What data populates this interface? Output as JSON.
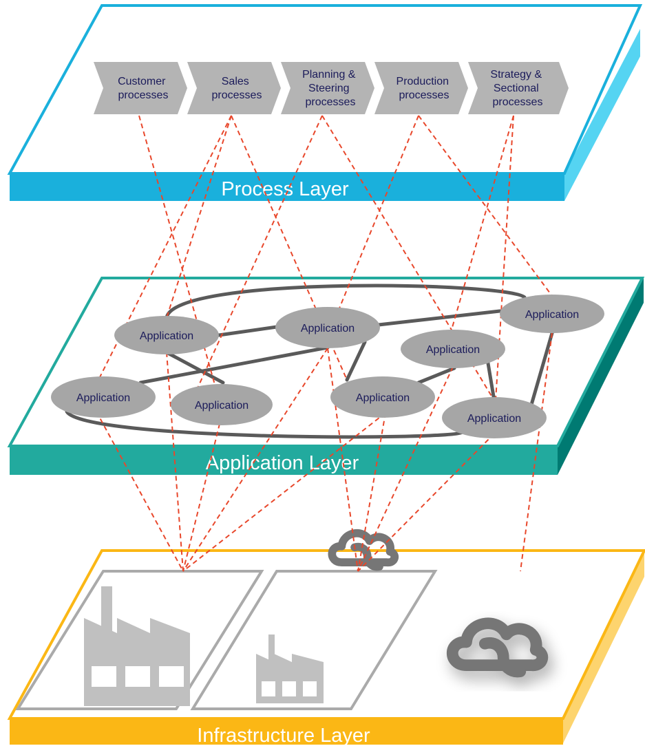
{
  "layers": {
    "process": {
      "label": "Process Layer",
      "color": "#1ab0dc",
      "side_color": "#55d4f2"
    },
    "application": {
      "label": "Application Layer",
      "color": "#22aa9e",
      "side_color": "#007a72"
    },
    "infrastructure": {
      "label": "Infrastructure Layer",
      "color": "#fbb715",
      "side_color": "#fdd46e"
    }
  },
  "processes": [
    {
      "lines": [
        "Customer",
        "processes"
      ]
    },
    {
      "lines": [
        "Sales",
        "processes"
      ]
    },
    {
      "lines": [
        "Planning &",
        "Steering",
        "processes"
      ]
    },
    {
      "lines": [
        "Production",
        "processes"
      ]
    },
    {
      "lines": [
        "Strategy &",
        "Sectional",
        "processes"
      ]
    }
  ],
  "applications": [
    {
      "label": "Application"
    },
    {
      "label": "Application"
    },
    {
      "label": "Application"
    },
    {
      "label": "Application"
    },
    {
      "label": "Application"
    },
    {
      "label": "Application"
    },
    {
      "label": "Application"
    },
    {
      "label": "Application"
    }
  ],
  "colors": {
    "chevron": "#b4b4b4",
    "app_node": "#a6a6a6",
    "app_text": "#1b1b5a",
    "app_link": "#5a5a5a",
    "dashed_link": "#e8472b",
    "infra_icon": "#c0c0c0",
    "cloud": "#767676"
  },
  "icons": {
    "factory_large": "factory-icon",
    "factory_small": "factory-icon",
    "cloud_inner": "cloud-icon",
    "cloud_outer": "cloud-icon"
  }
}
